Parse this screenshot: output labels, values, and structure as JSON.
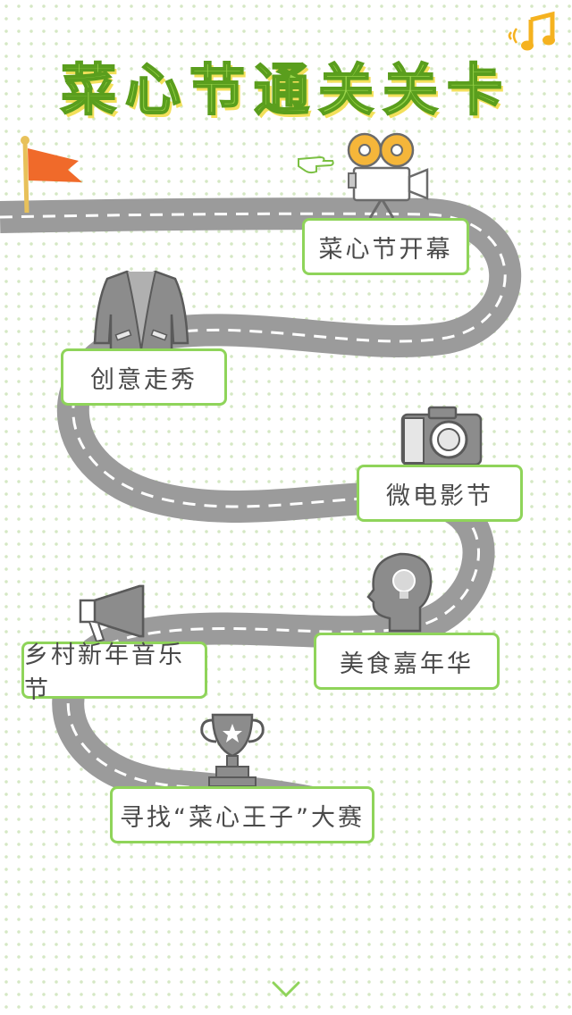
{
  "title": "菜心节通关关卡",
  "stages": [
    {
      "label": "菜心节开幕",
      "icon": "movie-camera-icon"
    },
    {
      "label": "创意走秀",
      "icon": "jacket-icon"
    },
    {
      "label": "微电影节",
      "icon": "camera-icon"
    },
    {
      "label": "美食嘉年华",
      "icon": "head-lightbulb-icon"
    },
    {
      "label": "乡村新年音乐节",
      "icon": "megaphone-icon"
    },
    {
      "label": "寻找“菜心王子”大赛",
      "icon": "trophy-icon"
    }
  ],
  "colors": {
    "road": "#9b9b9b",
    "road_line": "#ffffff",
    "stage_border": "#8fd45a",
    "title_fill": "#9ad44a",
    "flag": "#f06a2a",
    "music": "#f5b21f"
  }
}
